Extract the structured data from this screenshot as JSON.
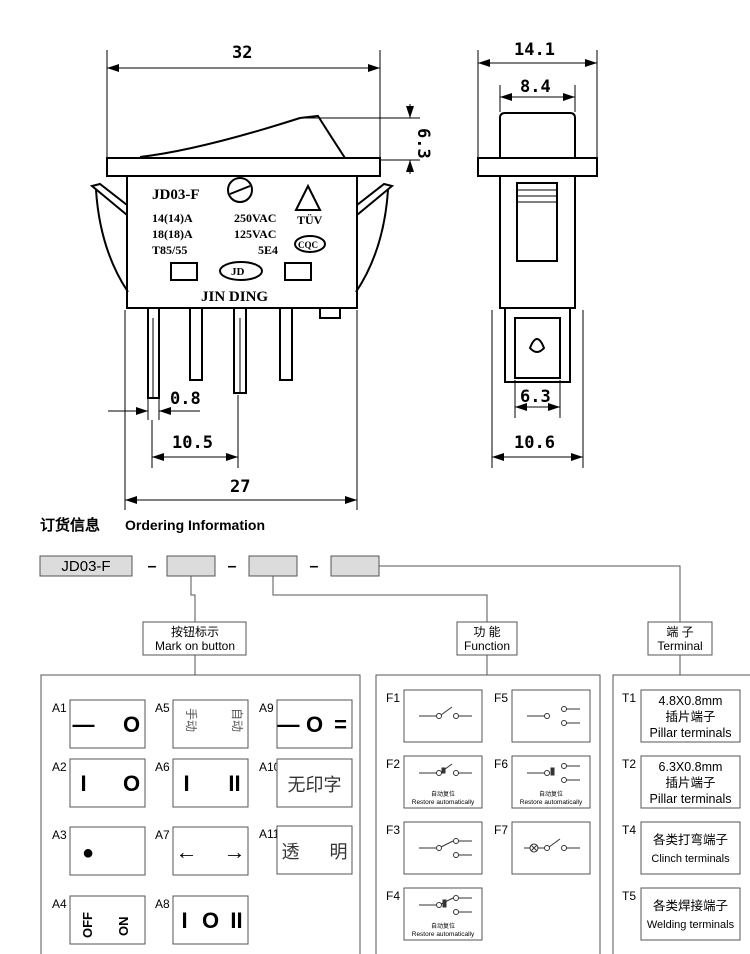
{
  "drawing": {
    "front_view": {
      "dim_width": "32",
      "dim_rocker_height": "6.3",
      "dim_pin_thickness": "0.8",
      "dim_pin_pitch": "10.5",
      "dim_body_width": "27",
      "marking": {
        "model": "JD03-F",
        "rating1_current": "14(14)A",
        "rating1_voltage": "250VAC",
        "rating2_current": "18(18)A",
        "rating2_voltage": "125VAC",
        "temp": "T85/55",
        "code": "5E4",
        "tuv": "TÜV",
        "cqc": "CQC",
        "logo": "JD",
        "brand": "JIN DING"
      }
    },
    "side_view": {
      "dim_width": "14.1",
      "dim_rocker_width": "8.4",
      "dim_terminal_width": "6.3",
      "dim_clip_width": "10.6"
    }
  },
  "ordering": {
    "title_cn": "订货信息",
    "title_en": "Ordering Information",
    "model": "JD03-F",
    "separator": "–",
    "groups": {
      "mark": {
        "cn": "按钮标示",
        "en": "Mark on button"
      },
      "function": {
        "cn": "功  能",
        "en": "Function"
      },
      "terminal": {
        "cn": "端  子",
        "en": "Terminal"
      }
    },
    "marks": [
      {
        "code": "A1",
        "symbols": [
          "—",
          "O"
        ]
      },
      {
        "code": "A2",
        "symbols": [
          "I",
          "O"
        ]
      },
      {
        "code": "A3",
        "symbols": [
          "●"
        ]
      },
      {
        "code": "A4",
        "symbols": [
          "OFF",
          "ON"
        ]
      },
      {
        "code": "A5",
        "symbols": [
          "手动",
          "自动"
        ]
      },
      {
        "code": "A6",
        "symbols": [
          "I",
          "II"
        ]
      },
      {
        "code": "A7",
        "symbols": [
          "←",
          "→"
        ]
      },
      {
        "code": "A8",
        "symbols": [
          "I",
          "O",
          "II"
        ]
      },
      {
        "code": "A9",
        "symbols": [
          "—",
          "O",
          "="
        ]
      },
      {
        "code": "A10",
        "symbols": [
          "无印字"
        ]
      },
      {
        "code": "A11",
        "symbols": [
          "透",
          "明"
        ]
      }
    ],
    "functions": [
      {
        "code": "F1",
        "type": "spst"
      },
      {
        "code": "F2",
        "type": "spst-momentary",
        "note_cn": "自动复位",
        "note_en": "Restore automatically"
      },
      {
        "code": "F3",
        "type": "spdt"
      },
      {
        "code": "F4",
        "type": "spdt-momentary",
        "note_cn": "自动复位",
        "note_en": "Restore automatically"
      },
      {
        "code": "F5",
        "type": "spdt-center-off"
      },
      {
        "code": "F6",
        "type": "spdt-center-off-momentary",
        "note_cn": "自动复位",
        "note_en": "Restore automatically"
      },
      {
        "code": "F7",
        "type": "spst-lamp"
      }
    ],
    "terminals": [
      {
        "code": "T1",
        "lines": [
          "4.8X0.8mm",
          "插片端子",
          "Pillar terminals"
        ]
      },
      {
        "code": "T2",
        "lines": [
          "6.3X0.8mm",
          "插片端子",
          "Pillar terminals"
        ]
      },
      {
        "code": "T4",
        "lines": [
          "各类打弯端子",
          "Clinch terminals"
        ]
      },
      {
        "code": "T5",
        "lines": [
          "各类焊接端子",
          "Welding terminals"
        ]
      }
    ],
    "colors": {
      "option_box_fill": "#dcdcdc",
      "border": "#555555"
    }
  }
}
